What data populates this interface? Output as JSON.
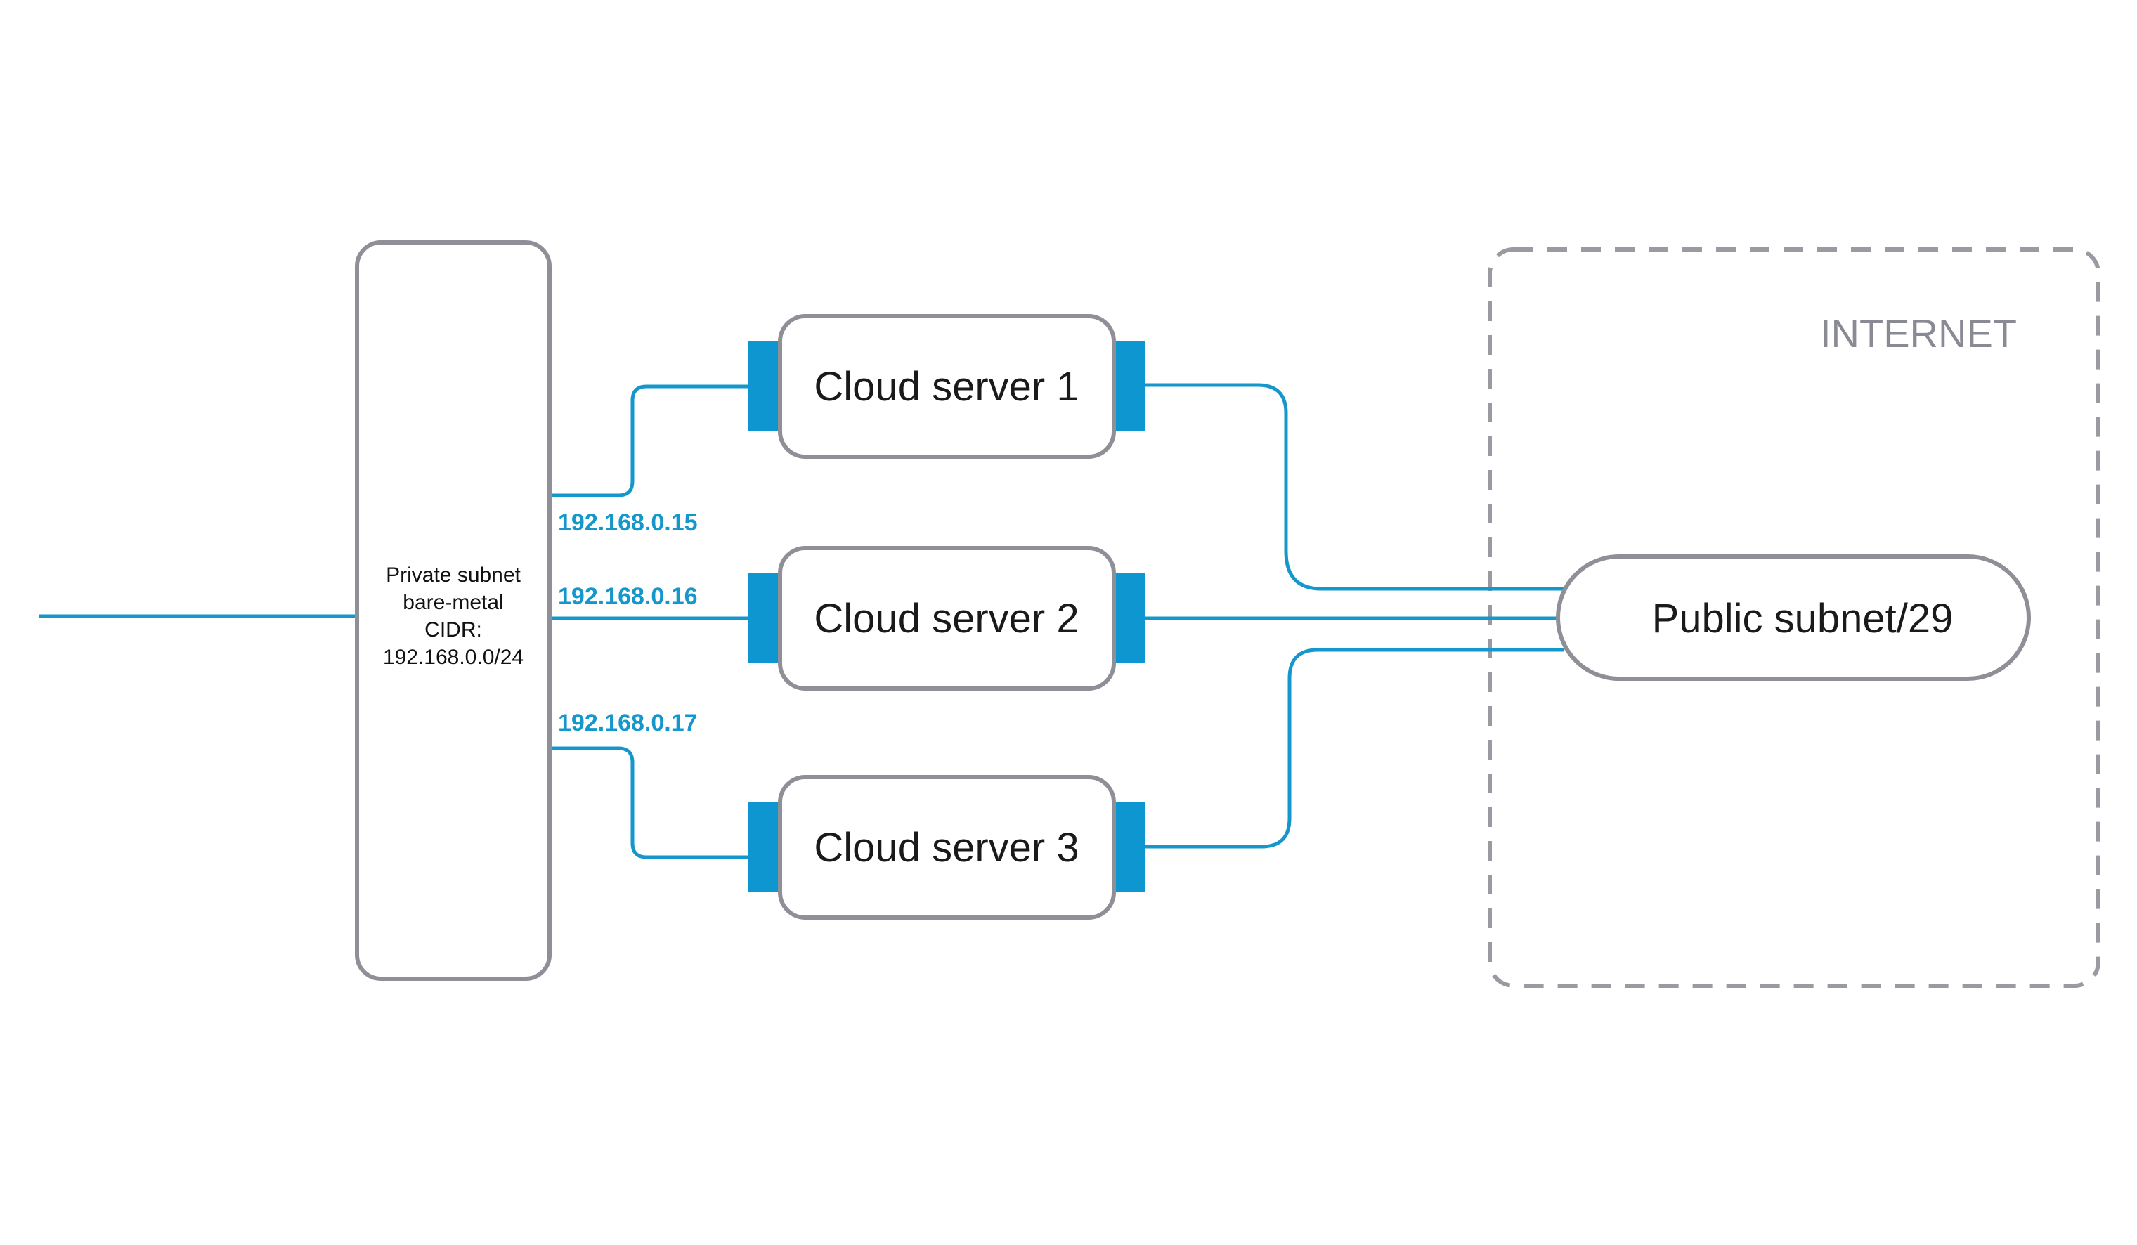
{
  "private_subnet": {
    "lines": [
      "Private subnet",
      "bare-metal",
      "CIDR:",
      "192.168.0.0/24"
    ]
  },
  "servers": [
    {
      "label": "Cloud server 1",
      "ip": "192.168.0.15"
    },
    {
      "label": "Cloud server 2",
      "ip": "192.168.0.16"
    },
    {
      "label": "Cloud server 3",
      "ip": "192.168.0.17"
    }
  ],
  "internet": {
    "label": "INTERNET"
  },
  "public_subnet": {
    "label": "Public subnet/29"
  },
  "colors": {
    "link": "#1597cc",
    "port": "#0e96d1",
    "border": "#8f8f97",
    "dashed": "#9a9aa2"
  }
}
